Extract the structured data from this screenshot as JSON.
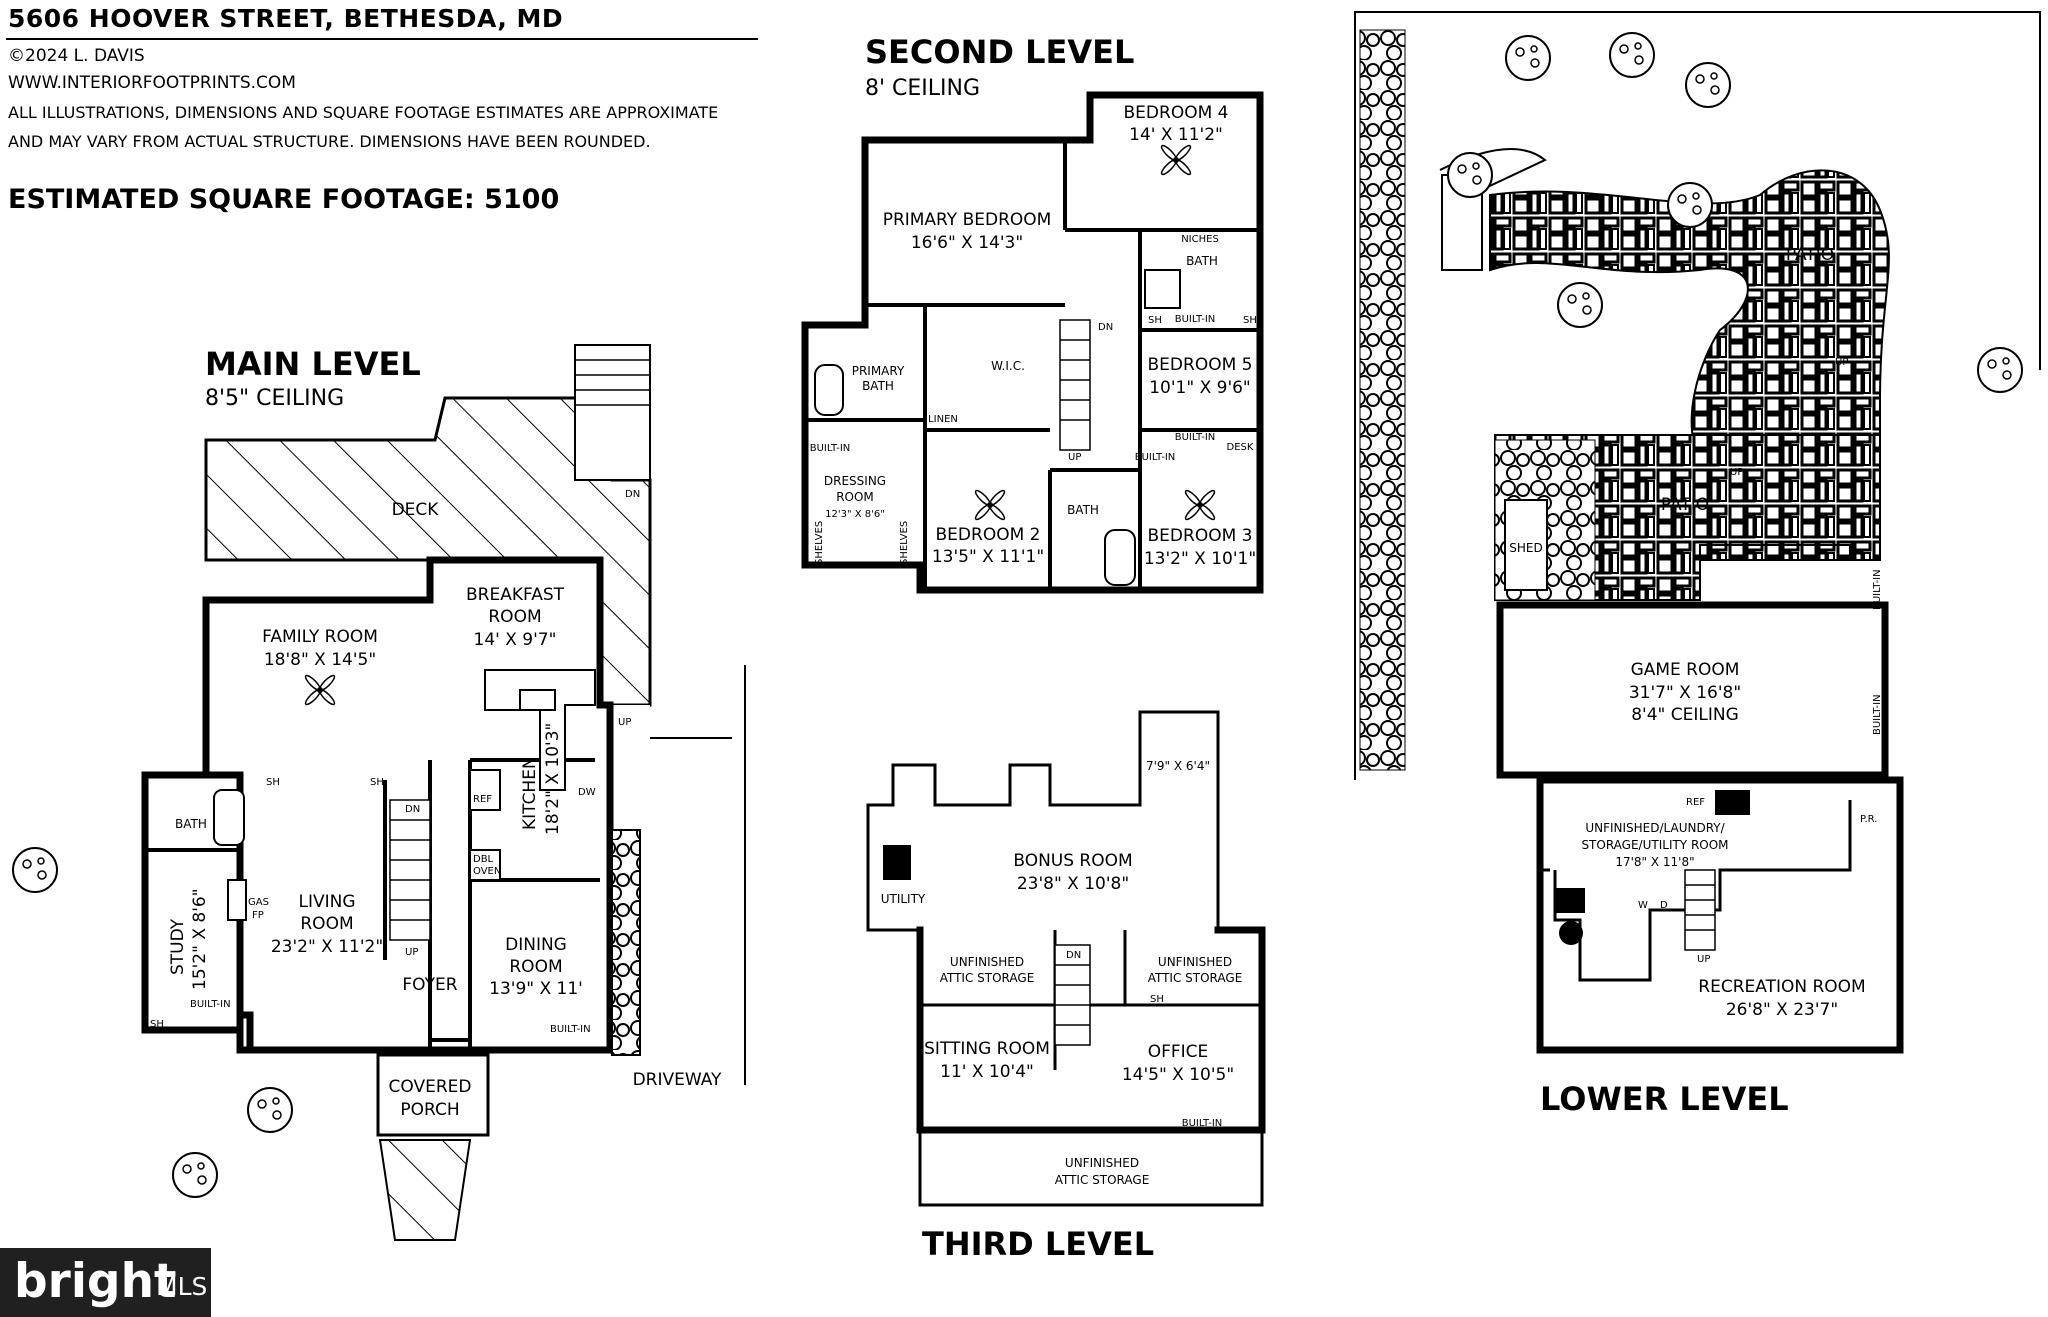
{
  "header": {
    "address": "5606 HOOVER STREET, BETHESDA, MD",
    "copyright": "©2024 L. DAVIS",
    "website": "WWW.INTERIORFOOTPRINTS.COM",
    "disclaimer_line1": "ALL ILLUSTRATIONS, DIMENSIONS AND SQUARE FOOTAGE ESTIMATES ARE APPROXIMATE",
    "disclaimer_line2": "AND MAY VARY FROM ACTUAL STRUCTURE. DIMENSIONS HAVE BEEN ROUNDED.",
    "sqft": "ESTIMATED SQUARE FOOTAGE: 5100"
  },
  "logo": {
    "brand": "bright",
    "suffix": "MLS"
  },
  "main_level": {
    "title": "MAIN LEVEL",
    "ceiling": "8'5\" CEILING",
    "deck": "DECK",
    "breakfast_name": "BREAKFAST",
    "breakfast_name2": "ROOM",
    "breakfast_dim": "14' X 9'7\"",
    "family_name": "FAMILY ROOM",
    "family_dim": "18'8\" X 14'5\"",
    "kitchen": "KITCHEN",
    "kitchen_dim": "18'2\" X 10'3\"",
    "living_name": "LIVING",
    "living_name2": "ROOM",
    "living_dim": "23'2\" X 11'2\"",
    "dining_name": "DINING",
    "dining_name2": "ROOM",
    "dining_dim": "13'9\" X 11'",
    "foyer": "FOYER",
    "study": "STUDY",
    "study_dim": "15'2\" X 8'6\"",
    "bath": "BATH",
    "gas": "GAS",
    "fp": "FP",
    "porch1": "COVERED",
    "porch2": "PORCH",
    "driveway": "DRIVEWAY",
    "sh": "SH",
    "built_in": "BUILT-IN",
    "ref": "REF",
    "dw": "DW",
    "dbl": "DBL",
    "oven": "OVEN",
    "up": "UP",
    "dn": "DN"
  },
  "second_level": {
    "title": "SECOND LEVEL",
    "ceiling": "8' CEILING",
    "bed4": "BEDROOM 4",
    "bed4_dim": "14' X 11'2\"",
    "primary": "PRIMARY BEDROOM",
    "primary_dim": "16'6\" X 14'3\"",
    "niches": "NICHES",
    "bath": "BATH",
    "primary_bath1": "PRIMARY",
    "primary_bath2": "BATH",
    "wic": "W.I.C.",
    "linen": "LINEN",
    "bed5": "BEDROOM 5",
    "bed5_dim": "10'1\" X 9'6\"",
    "dressing1": "DRESSING",
    "dressing2": "ROOM",
    "dressing_dim": "12'3\" X 8'6\"",
    "bed2": "BEDROOM 2",
    "bed2_dim": "13'5\" X 11'1\"",
    "bed3": "BEDROOM 3",
    "bed3_dim": "13'2\" X 10'1\"",
    "desk": "DESK",
    "built_in": "BUILT-IN",
    "shelves": "SHELVES",
    "sh": "SH",
    "up": "UP",
    "dn": "DN"
  },
  "third_level": {
    "title": "THIRD LEVEL",
    "small_dim": "7'9\" X 6'4\"",
    "bonus": "BONUS ROOM",
    "bonus_dim": "23'8\" X 10'8\"",
    "utility": "UTILITY",
    "attic1": "UNFINISHED",
    "attic2": "ATTIC STORAGE",
    "sitting": "SITTING ROOM",
    "sitting_dim": "11' X 10'4\"",
    "office": "OFFICE",
    "office_dim": "14'5\" X 10'5\"",
    "built_in": "BUILT-IN",
    "sh": "SH",
    "dn": "DN"
  },
  "lower_level": {
    "title": "LOWER LEVEL",
    "patio": "PATIO",
    "shed": "SHED",
    "game": "GAME ROOM",
    "game_dim": "31'7\" X 16'8\"",
    "game_ceil": "8'4\" CEILING",
    "unfinished1": "UNFINISHED/LAUNDRY/",
    "unfinished2": "STORAGE/UTILITY ROOM",
    "unfinished_dim": "17'8\" X 11'8\"",
    "rec": "RECREATION ROOM",
    "rec_dim": "26'8\" X 23'7\"",
    "pr": "P.R.",
    "ref": "REF",
    "w": "W",
    "d": "D",
    "built_in": "BUILT-IN",
    "up": "UP",
    "dn": "DN"
  }
}
